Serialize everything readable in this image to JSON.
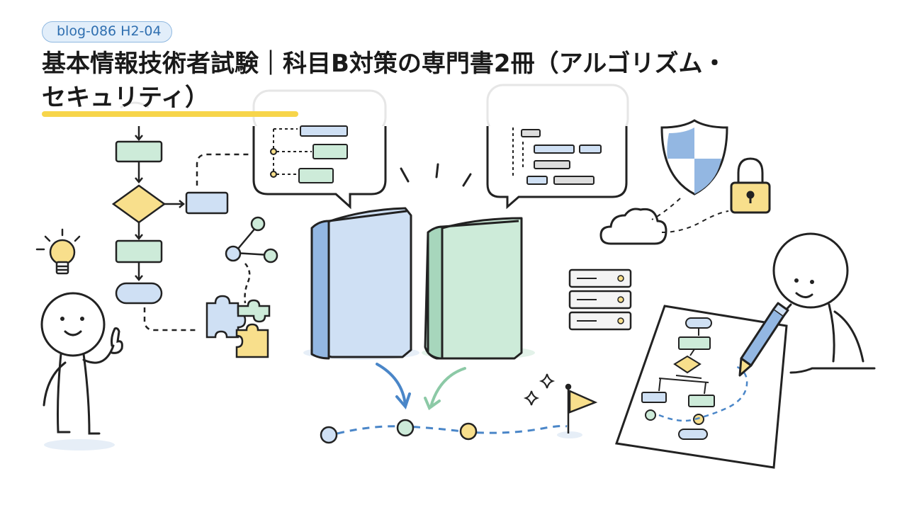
{
  "header": {
    "tag": "blog-086 H2-04",
    "title_line1": "基本情報技術者試験｜科目B対策の専門書2冊（アルゴリズム・",
    "title_line2": "セキュリティ）"
  },
  "colors": {
    "accent_blue": "#4a86c8",
    "book_blue": "#cfe0f4",
    "book_green": "#cdebd9",
    "highlight_yellow": "#f7d54a",
    "ink": "#222222"
  }
}
